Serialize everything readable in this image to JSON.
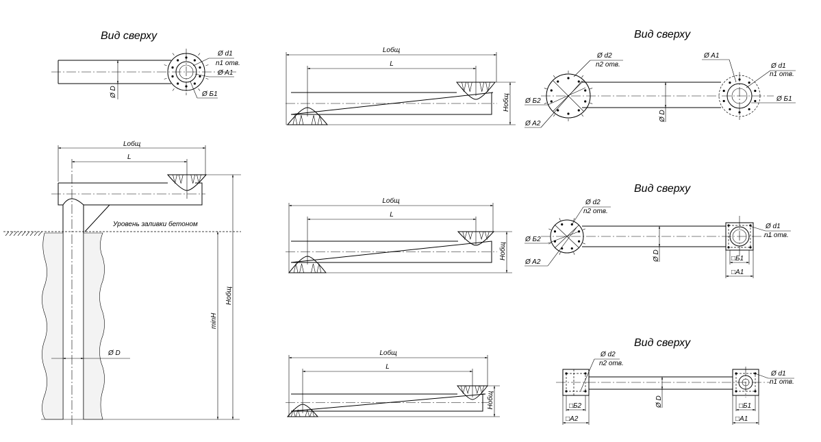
{
  "view_title": "Вид сверху",
  "labels": {
    "d1": "Ø d1",
    "n1": "n1  отв.",
    "A1": "Ø A1",
    "B1": "Ø Б1",
    "D": "Ø D",
    "L_total": "Lобщ",
    "L": "L",
    "concrete_level": "Уровень заливки бетоном",
    "H_total": "Hобщ",
    "min_H": "minH",
    "d2": "Ø d2",
    "n2": "n2  отв.",
    "B2": "Ø Б2",
    "A2": "Ø A2",
    "sq_B1": "□Б1",
    "sq_A1": "□A1",
    "sq_B2": "□Б2",
    "sq_A2": "□A2"
  }
}
